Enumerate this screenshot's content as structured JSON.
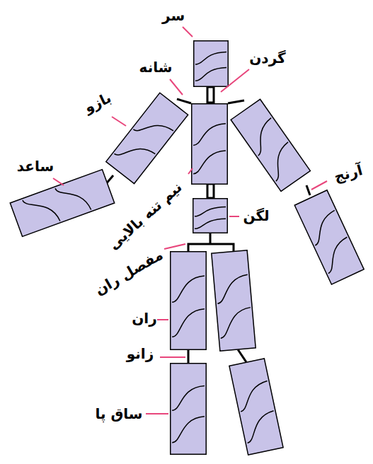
{
  "diagram": {
    "labels": [
      "سر",
      "گردن",
      "شانه",
      "بازو",
      "ساعد",
      "آرنج",
      "نیم تنه بالایی",
      "لگن",
      "مفصل ران",
      "ران",
      "زانو",
      "ساق پا"
    ]
  }
}
